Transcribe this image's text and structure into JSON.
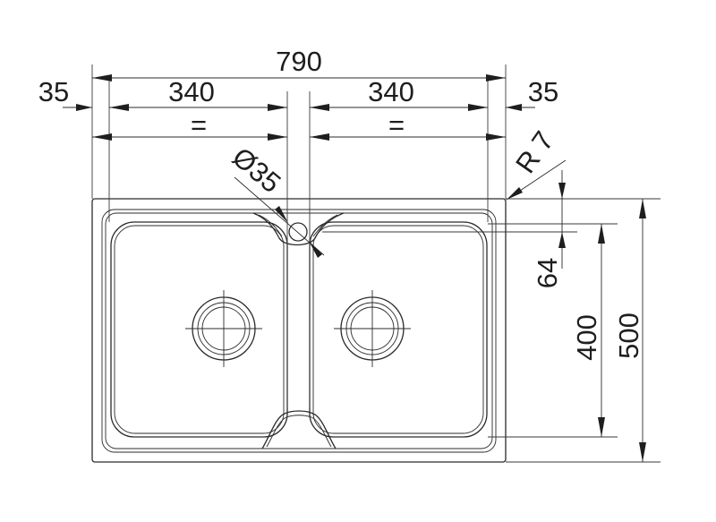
{
  "drawing": {
    "dimensions": {
      "overall_width": "790",
      "left_margin": "35",
      "right_margin": "35",
      "left_bowl_width": "340",
      "right_bowl_width": "340",
      "equal_mark_left": "=",
      "equal_mark_right": "=",
      "tap_hole_diameter": "Ø35",
      "corner_radius": "R 7",
      "tap_hole_offset": "64",
      "bowl_depth": "400",
      "overall_depth": "500"
    }
  }
}
